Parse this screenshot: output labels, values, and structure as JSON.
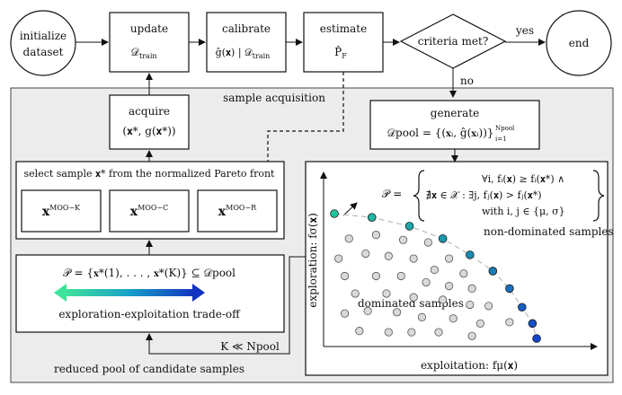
{
  "top": {
    "initialize": [
      "initialize",
      "dataset"
    ],
    "update": {
      "title": "update",
      "sub": "𝒟",
      "sub_idx": "train"
    },
    "calibrate": {
      "title": "calibrate",
      "formula": "ĝ(𝐱) | 𝒟",
      "sub_idx": "train"
    },
    "estimate": {
      "title": "estimate",
      "formula": "P̂",
      "sub_idx": "F"
    },
    "criteria": "criteria met?",
    "yes": "yes",
    "no": "no",
    "end": "end"
  },
  "panel": {
    "title": "sample acquisition"
  },
  "acquire": {
    "title": "acquire",
    "formula": "(𝐱*, g(𝐱*))"
  },
  "generate": {
    "title": "generate",
    "formula": "𝒟pool = {(𝐱ᵢ, ĝ(𝐱ᵢ))}",
    "sup": "Npool",
    "sub": "i=1"
  },
  "select": {
    "title": "select sample 𝐱* from the normalized Pareto front",
    "k": {
      "base": "𝐱",
      "sup": "MOO−K"
    },
    "c": {
      "base": "𝐱",
      "sup": "MOO−C"
    },
    "r": {
      "base": "𝐱",
      "sup": "MOO−R"
    }
  },
  "pareto_box": {
    "formula": "𝒫 = {𝐱*(1), . . . , 𝐱*(K)} ⊆ 𝒟pool",
    "tradeoff": "exploration-exploitation trade-off"
  },
  "pool_label": "K ≪ Npool",
  "reduced_label": "reduced pool of candidate samples",
  "plot": {
    "def_lhs": "𝒫 = ",
    "def_lines": [
      "∀i,  fᵢ(𝐱) ≥ fᵢ(𝐱*) ∧",
      "∄𝐱 ∈ 𝒳 :  ∃j,  fⱼ(𝐱) > fⱼ(𝐱*)",
      "with i, j ∈ {μ, σ}"
    ],
    "nondominated": "non-dominated samples",
    "dominated": "dominated samples",
    "xlabel": "exploitation: fμ(𝐱)",
    "ylabel": "exploration: fσ(𝐱)",
    "colors": {
      "front_start": "#22c4a0",
      "front_end": "#1244cc",
      "dominated": "#d9d9d9",
      "panel": "#ececec"
    },
    "front": [
      [
        0.0,
        1.0
      ],
      [
        0.18,
        0.97
      ],
      [
        0.36,
        0.9
      ],
      [
        0.52,
        0.8
      ],
      [
        0.65,
        0.67
      ],
      [
        0.76,
        0.54
      ],
      [
        0.84,
        0.4
      ],
      [
        0.9,
        0.25
      ],
      [
        0.95,
        0.12
      ],
      [
        0.97,
        0.0
      ]
    ],
    "dominated_pts": [
      [
        0.07,
        0.8
      ],
      [
        0.2,
        0.83
      ],
      [
        0.33,
        0.79
      ],
      [
        0.45,
        0.77
      ],
      [
        0.55,
        0.64
      ],
      [
        0.02,
        0.64
      ],
      [
        0.15,
        0.68
      ],
      [
        0.26,
        0.66
      ],
      [
        0.38,
        0.64
      ],
      [
        0.48,
        0.55
      ],
      [
        0.62,
        0.52
      ],
      [
        0.05,
        0.5
      ],
      [
        0.2,
        0.5
      ],
      [
        0.32,
        0.5
      ],
      [
        0.44,
        0.45
      ],
      [
        0.55,
        0.42
      ],
      [
        0.66,
        0.4
      ],
      [
        0.1,
        0.36
      ],
      [
        0.25,
        0.36
      ],
      [
        0.38,
        0.33
      ],
      [
        0.52,
        0.31
      ],
      [
        0.65,
        0.27
      ],
      [
        0.74,
        0.26
      ],
      [
        0.05,
        0.2
      ],
      [
        0.16,
        0.22
      ],
      [
        0.3,
        0.21
      ],
      [
        0.42,
        0.17
      ],
      [
        0.57,
        0.16
      ],
      [
        0.7,
        0.12
      ],
      [
        0.84,
        0.13
      ],
      [
        0.12,
        0.06
      ],
      [
        0.26,
        0.05
      ],
      [
        0.37,
        0.05
      ],
      [
        0.5,
        0.05
      ],
      [
        0.66,
        0.02
      ]
    ]
  }
}
